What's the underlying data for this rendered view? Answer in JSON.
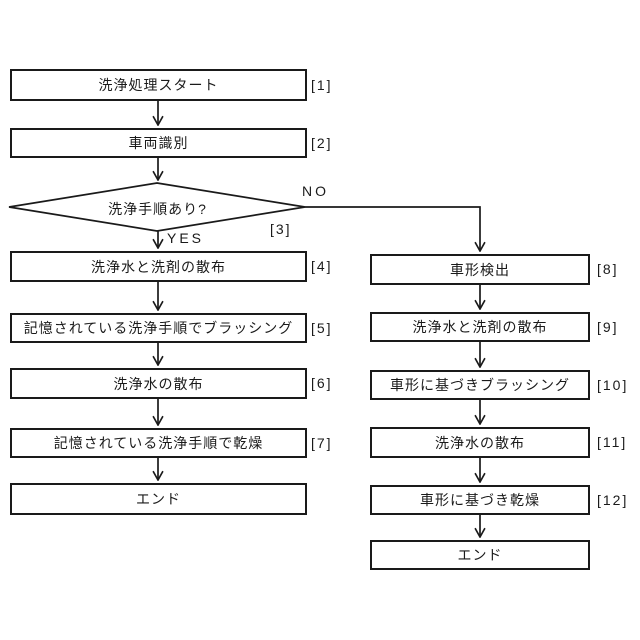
{
  "flowchart": {
    "nodes": {
      "n1": {
        "label": "洗浄処理スタート",
        "ref": "[1]"
      },
      "n2": {
        "label": "車両識別",
        "ref": "[2]"
      },
      "n3": {
        "label": "洗浄手順あり?",
        "ref": "[3]",
        "yes": "YES",
        "no": "NO"
      },
      "n4": {
        "label": "洗浄水と洗剤の散布",
        "ref": "[4]"
      },
      "n5": {
        "label": "記憶されている洗浄手順でブラッシング",
        "ref": "[5]"
      },
      "n6": {
        "label": "洗浄水の散布",
        "ref": "[6]"
      },
      "n7": {
        "label": "記憶されている洗浄手順で乾燥",
        "ref": "[7]"
      },
      "end_left": {
        "label": "エンド"
      },
      "n8": {
        "label": "車形検出",
        "ref": "[8]"
      },
      "n9": {
        "label": "洗浄水と洗剤の散布",
        "ref": "[9]"
      },
      "n10": {
        "label": "車形に基づきブラッシング",
        "ref": "[10]"
      },
      "n11": {
        "label": "洗浄水の散布",
        "ref": "[11]"
      },
      "n12": {
        "label": "車形に基づき乾燥",
        "ref": "[12]"
      },
      "end_right": {
        "label": "エンド"
      }
    },
    "edges": [
      "n1->n2",
      "n2->n3",
      "n3-YES->n4",
      "n3-NO->n8",
      "n4->n5",
      "n5->n6",
      "n6->n7",
      "n7->end_left",
      "n8->n9",
      "n9->n10",
      "n10->n11",
      "n11->n12",
      "n12->end_right"
    ],
    "colors": {
      "line": "#1a1a1a",
      "fill": "#ffffff"
    }
  }
}
